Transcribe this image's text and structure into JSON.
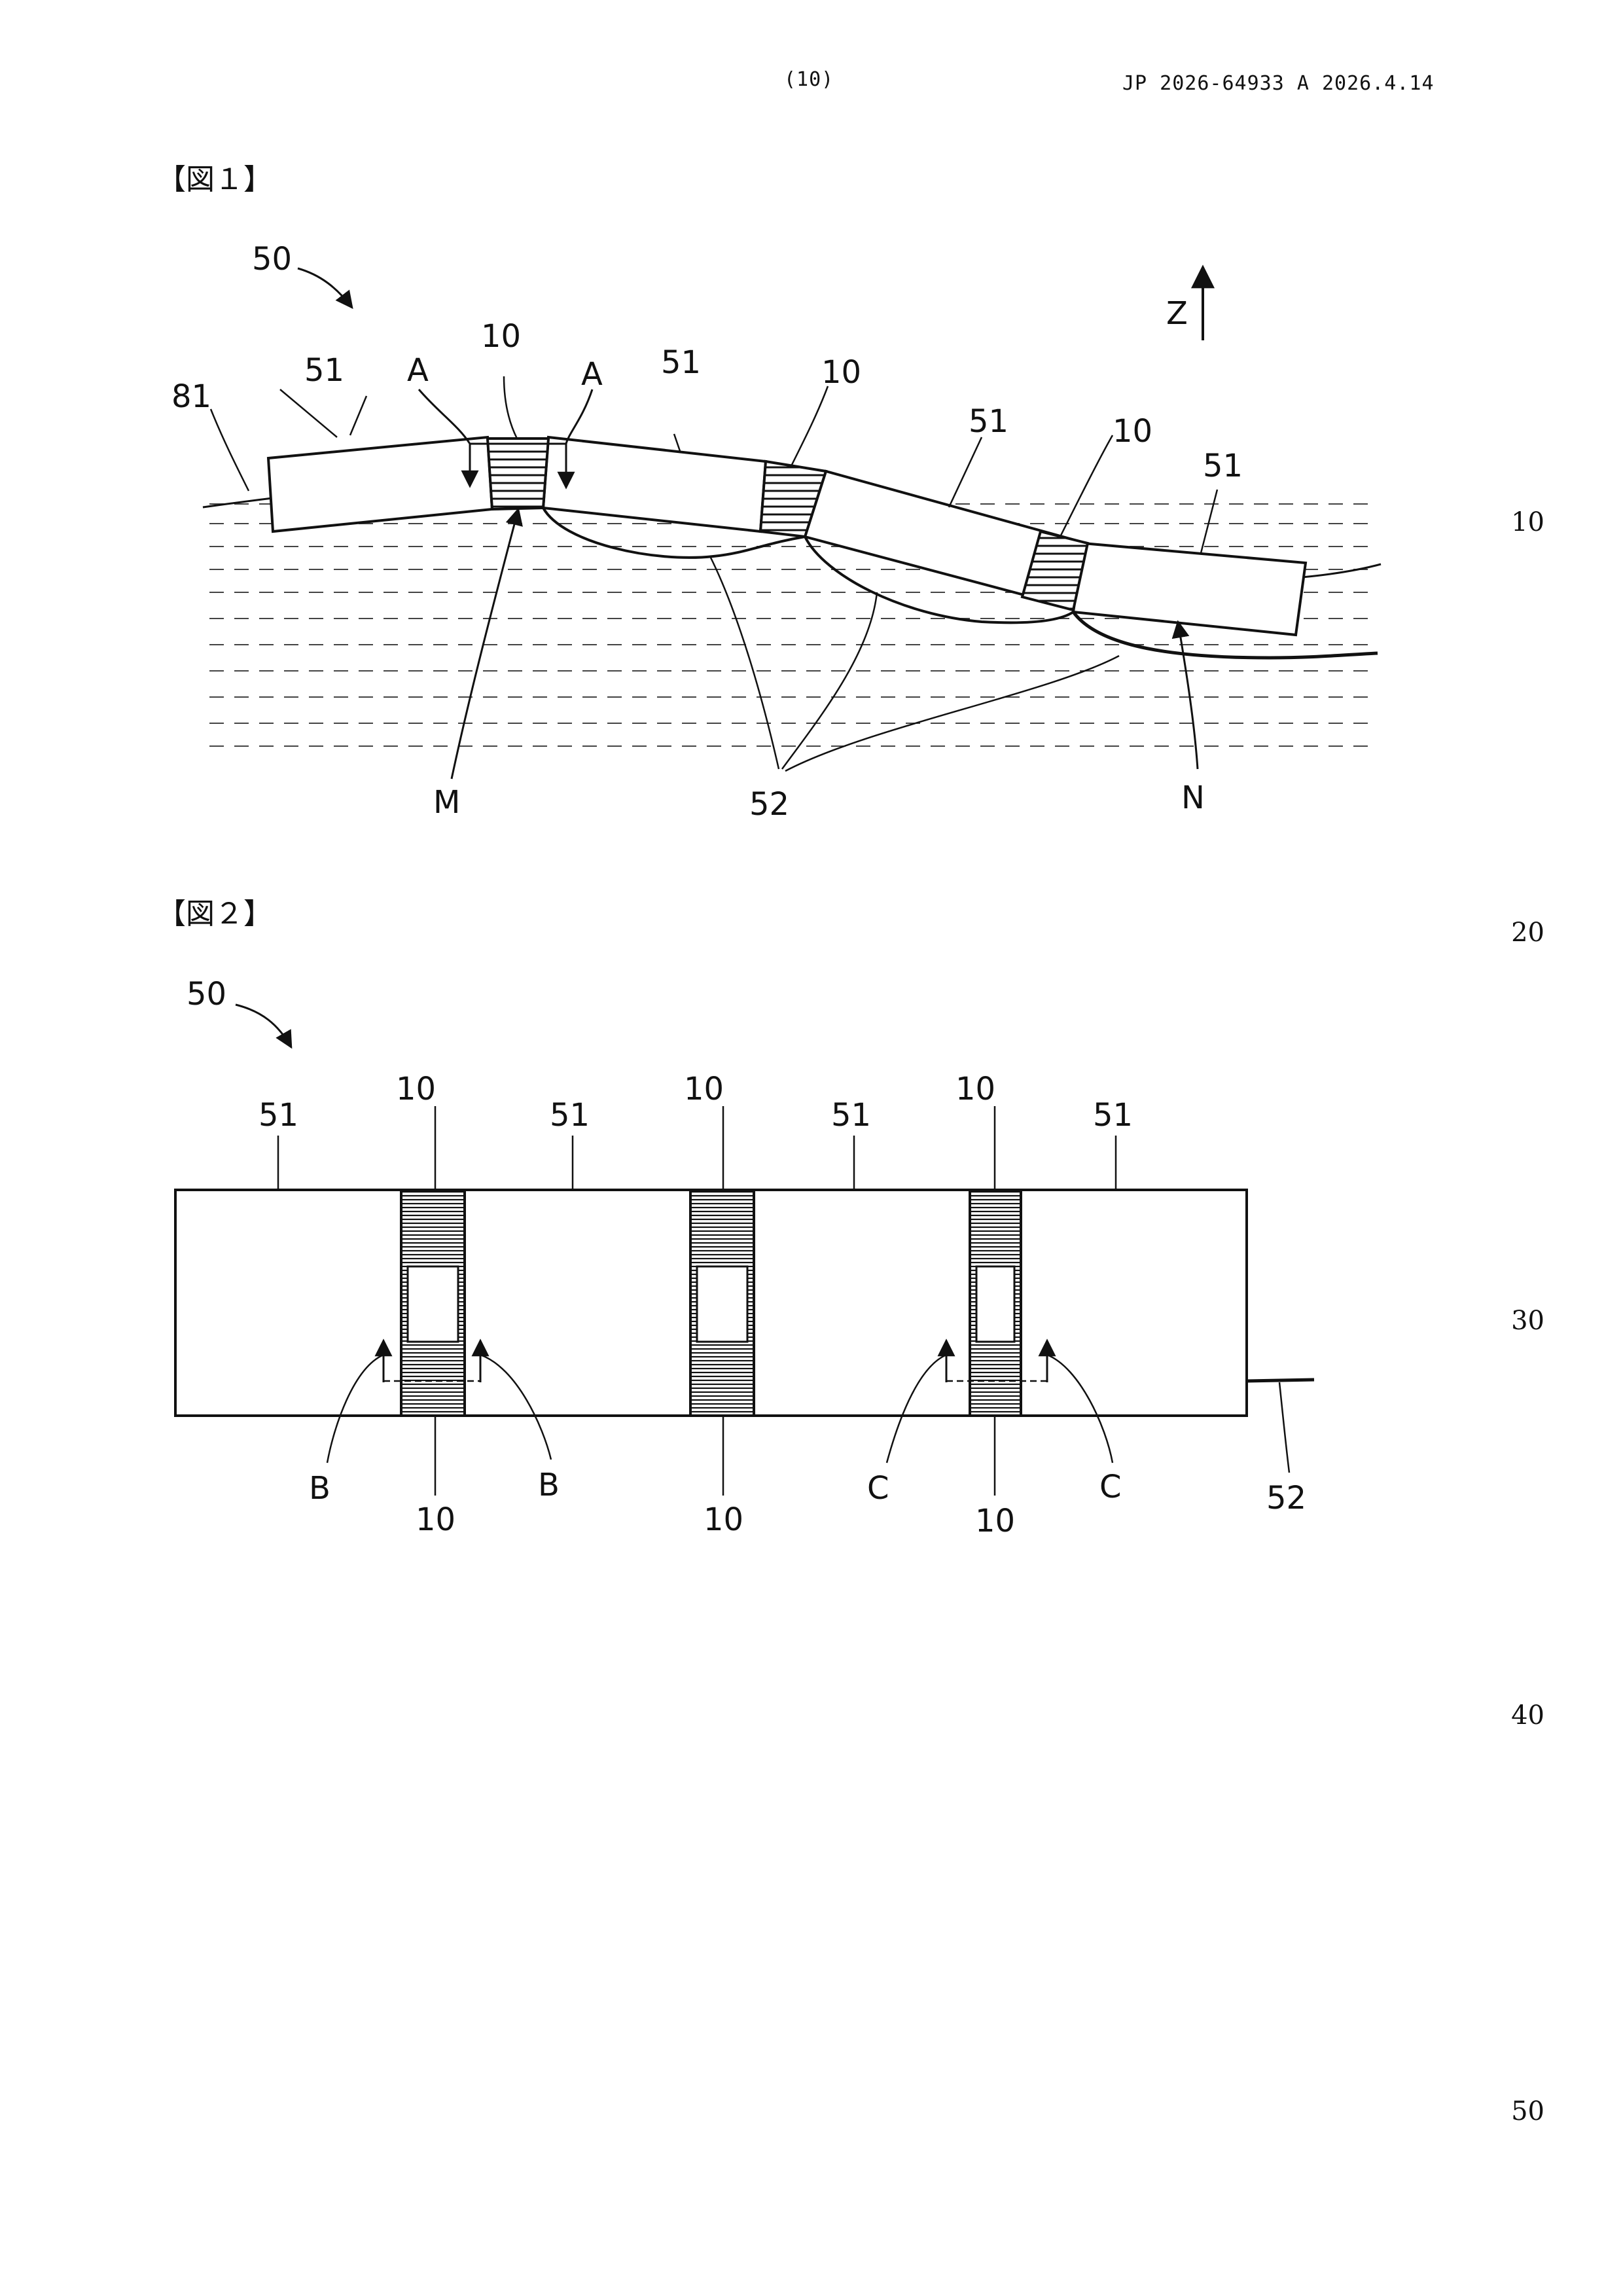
{
  "header": {
    "page_number": "(10)",
    "publication": "JP  2026-64933  A  2026.4.14"
  },
  "figure1": {
    "title": "【図１】",
    "labels": {
      "assembly": "50",
      "segment_a": "51",
      "segment_b": "51",
      "segment_c": "51",
      "segment_d": "51",
      "connector_a": "10",
      "connector_b": "10",
      "connector_c": "10",
      "water": "81",
      "arrow_a_left": "A",
      "arrow_a_right": "A",
      "axis": "Z",
      "point_m": "M",
      "point_n": "N",
      "cable": "52"
    }
  },
  "figure2": {
    "title": "【図２】",
    "labels": {
      "assembly": "50",
      "segment_a": "51",
      "segment_b": "51",
      "segment_c": "51",
      "segment_d": "51",
      "connector_top_a": "10",
      "connector_top_b": "10",
      "connector_top_c": "10",
      "connector_bottom_a": "10",
      "connector_bottom_b": "10",
      "connector_bottom_c": "10",
      "section_b_left": "B",
      "section_b_right": "B",
      "section_c_left": "C",
      "section_c_right": "C",
      "cable": "52"
    }
  },
  "line_numbers": [
    "10",
    "20",
    "30",
    "40",
    "50"
  ]
}
